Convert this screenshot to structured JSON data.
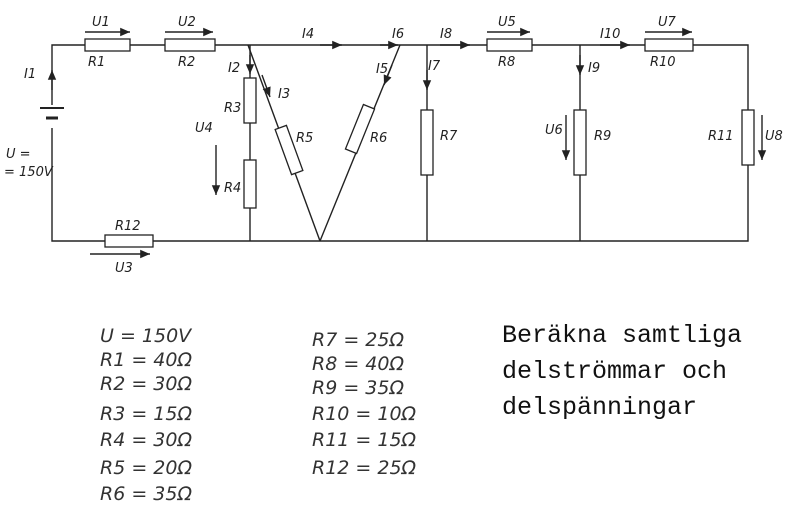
{
  "circuit": {
    "labels": {
      "U1": "U1",
      "U2": "U2",
      "U3": "U3",
      "U4": "U4",
      "U5": "U5",
      "U6": "U6",
      "U7": "U7",
      "U8": "U8",
      "I1": "I1",
      "I2": "I2",
      "I3": "I3",
      "I4": "I4",
      "I5": "I5",
      "I6": "I6",
      "I7": "I7",
      "I8": "I8",
      "I9": "I9",
      "I10": "I10",
      "R1": "R1",
      "R2": "R2",
      "R3": "R3",
      "R4": "R4",
      "R5": "R5",
      "R6": "R6",
      "R7": "R7",
      "R8": "R8",
      "R9": "R9",
      "R10": "R10",
      "R11": "R11",
      "R12": "R12",
      "source": "U =",
      "source_value": "= 150V"
    }
  },
  "values": {
    "left": [
      "U = 150V",
      "R1 = 40Ω",
      "R2 = 30Ω",
      "R3 = 15Ω",
      "R4 = 30Ω",
      "R5 = 20Ω",
      "R6 = 35Ω"
    ],
    "right": [
      "R7 = 25Ω",
      "R8 = 40Ω",
      "R9 = 35Ω",
      "R10 = 10Ω",
      "R11 = 15Ω",
      "R12 = 25Ω"
    ]
  },
  "task": {
    "lines": [
      "Beräkna samtliga",
      "delströmmar och",
      "delspänningar"
    ]
  }
}
